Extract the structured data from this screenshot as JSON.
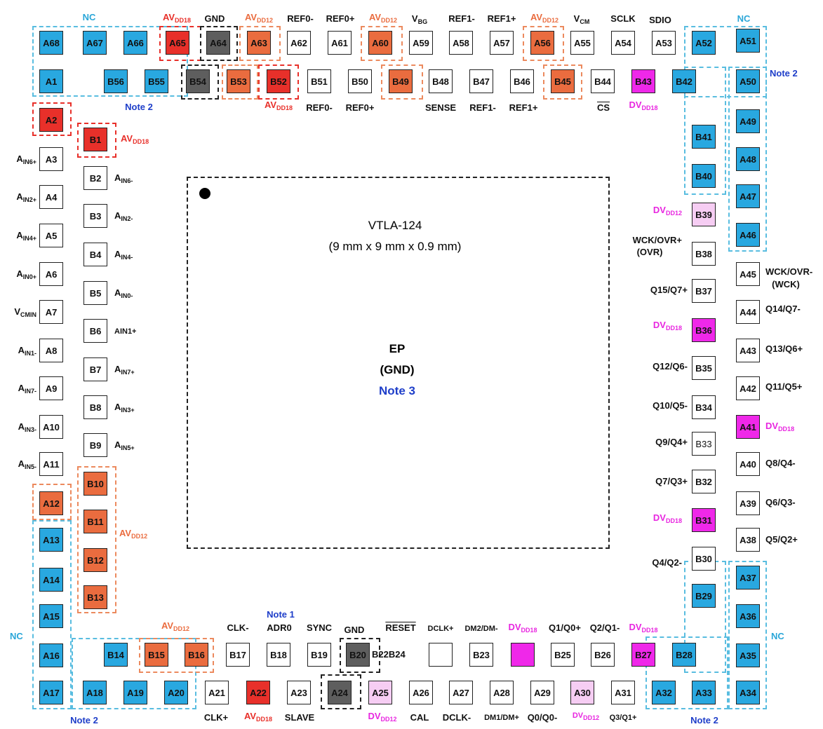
{
  "package": {
    "name": "VTLA-124",
    "dims": "(9 mm x 9 mm x 0.9 mm)"
  },
  "exposed_pad": {
    "name": "EP",
    "function": "(GND)",
    "note": "Note 3"
  },
  "pins": {
    "A68": "A68",
    "A67": "A67",
    "A66": "A66",
    "A65": "A65",
    "A64": "A64",
    "A63": "A63",
    "A62": "A62",
    "A61": "A61",
    "A60": "A60",
    "A59": "A59",
    "A58": "A58",
    "A57": "A57",
    "A56": "A56",
    "A55": "A55",
    "A54": "A54",
    "A53": "A53",
    "A52": "A52",
    "A51": "A51",
    "A1": "A1",
    "B56": "B56",
    "B55": "B55",
    "B54": "B54",
    "B53": "B53",
    "B52": "B52",
    "B51": "B51",
    "B50": "B50",
    "B49": "B49",
    "B48": "B48",
    "B47": "B47",
    "B46": "B46",
    "B45": "B45",
    "B44": "B44",
    "B43": "B43",
    "B42": "B42",
    "A50": "A50",
    "A2": "A2",
    "A3": "A3",
    "A4": "A4",
    "A5": "A5",
    "A6": "A6",
    "A7": "A7",
    "A8": "A8",
    "A9": "A9",
    "A10": "A10",
    "A11": "A11",
    "A12": "A12",
    "A13": "A13",
    "A14": "A14",
    "A15": "A15",
    "A16": "A16",
    "A17": "A17",
    "B1": "B1",
    "B2": "B2",
    "B3": "B3",
    "B4": "B4",
    "B5": "B5",
    "B6": "B6",
    "B7": "B7",
    "B8": "B8",
    "B9": "B9",
    "B10": "B10",
    "B11": "B11",
    "B12": "B12",
    "B13": "B13",
    "B14": "B14",
    "B15": "B15",
    "B16": "B16",
    "B17": "B17",
    "B18": "B18",
    "B19": "B19",
    "B20": "B20",
    "B22B24": "B22B24",
    "B23": "B23",
    "B25": "B25",
    "B26": "B26",
    "B27": "B27",
    "B28": "B28",
    "A18": "A18",
    "A19": "A19",
    "A20": "A20",
    "A21": "A21",
    "A22": "A22",
    "A23": "A23",
    "A24": "A24",
    "A25": "A25",
    "A26": "A26",
    "A27": "A27",
    "A28": "A28",
    "A29": "A29",
    "A30": "A30",
    "A31": "A31",
    "A32": "A32",
    "A33": "A33",
    "A34": "A34",
    "A49": "A49",
    "A48": "A48",
    "A47": "A47",
    "A46": "A46",
    "A45": "A45",
    "A44": "A44",
    "A43": "A43",
    "A42": "A42",
    "A41": "A41",
    "A40": "A40",
    "A39": "A39",
    "A38": "A38",
    "A37": "A37",
    "A36": "A36",
    "A35": "A35",
    "B41": "B41",
    "B40": "B40",
    "B39": "B39",
    "B38": "B38",
    "B37": "B37",
    "B36": "B36",
    "B35": "B35",
    "B34": "B34",
    "B33": "B33",
    "B32": "B32",
    "B31": "B31",
    "B30": "B30",
    "B29": "B29"
  },
  "labels": {
    "nc": "NC",
    "note1": "Note 1",
    "note2": "Note 2",
    "gnd": "GND",
    "av": "AV",
    "dv": "DV",
    "dd18": "DD18",
    "dd12": "DD12",
    "ref0m": "REF0-",
    "ref0p": "REF0+",
    "ref1m": "REF1-",
    "ref1p": "REF1+",
    "v": "V",
    "bg": "BG",
    "cm": "CM",
    "sclk": "SCLK",
    "sdio": "SDIO",
    "sense": "SENSE",
    "cs": "CS",
    "a": "A",
    "in6p": "IN6+",
    "in6m": "IN6-",
    "in2p": "IN2+",
    "in2m": "IN2-",
    "in4p": "IN4+",
    "in4m": "IN4-",
    "in0p": "IN0+",
    "in0m": "IN0-",
    "cminv": "CMIN",
    "ain1p": "AIN1+",
    "in1m": "IN1-",
    "in7p": "IN7+",
    "in7m": "IN7-",
    "in3p": "IN3+",
    "in3m": "IN3-",
    "in5p": "IN5+",
    "in5m": "IN5-",
    "clkm": "CLK-",
    "clkp": "CLK+",
    "adr0": "ADR0",
    "sync": "SYNC",
    "reset": "RESET",
    "dclkp": "DCLK+",
    "dclkm": "DCLK-",
    "dm2": "DM2/DM-",
    "dm1": "DM1/DM+",
    "q1q0p": "Q1/Q0+",
    "q2q1m": "Q2/Q1-",
    "slave": "SLAVE",
    "cal": "CAL",
    "q0q0m": "Q0/Q0-",
    "q3q1p": "Q3/Q1+",
    "wckovrp": "WCK/OVR+",
    "ovr": "(OVR)",
    "wckovrm": "WCK/OVR-",
    "wck": "(WCK)",
    "q15q7p": "Q15/Q7+",
    "q14q7m": "Q14/Q7-",
    "q13q6p": "Q13/Q6+",
    "q12q6m": "Q12/Q6-",
    "q11q5p": "Q11/Q5+",
    "q10q5m": "Q10/Q5-",
    "q9q4p": "Q9/Q4+",
    "q8q4m": "Q8/Q4-",
    "q7q3p": "Q7/Q3+",
    "q6q3m": "Q6/Q3-",
    "q5q2p": "Q5/Q2+",
    "q4q2m": "Q4/Q2-"
  },
  "colors": {
    "nc_pin": "#29a8e0",
    "avdd18": "#e8302a",
    "avdd12": "#ea6c3f",
    "gnd": "#5e5e5e",
    "dvdd18": "#ef28e9",
    "dvdd12": "#f6cdf3",
    "note": "#1e3ec9"
  }
}
